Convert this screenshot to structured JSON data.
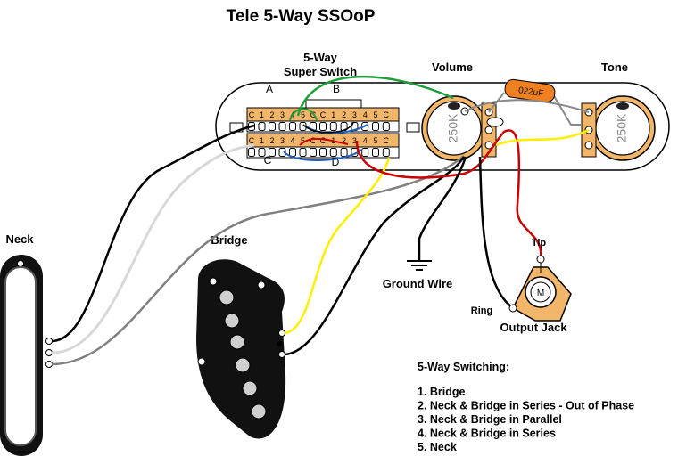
{
  "title": "Tele 5-Way SSOoP",
  "switch_label": [
    "5-Way",
    "Super Switch"
  ],
  "deck_letters": {
    "a": "A",
    "b": "B",
    "c": "C",
    "d": "D"
  },
  "lug_row_labels": [
    "C",
    "1",
    "2",
    "3",
    "4",
    "5",
    "C"
  ],
  "pots": {
    "volume": {
      "label": "Volume",
      "value": "250K"
    },
    "tone": {
      "label": "Tone",
      "value": "250K"
    }
  },
  "capacitor": ".022uF",
  "pickups": {
    "neck": "Neck",
    "bridge": "Bridge"
  },
  "ground_label": "Ground Wire",
  "jack": {
    "label": "Output Jack",
    "tip": "Tip",
    "ring": "Ring",
    "symbol": "M"
  },
  "switching": {
    "title": "5-Way Switching:",
    "items": [
      "1. Bridge",
      "2. Neck & Bridge in Series - Out of Phase",
      "3. Neck & Bridge in Parallel",
      "4. Neck & Bridge in Series",
      "5. Neck"
    ]
  },
  "colors": {
    "switch_body": "#f2b66a",
    "pot_body": "#f2b66a",
    "capacitor": "#f07f1f",
    "wire_black": "#000000",
    "wire_white": "#d8d8d8",
    "wire_gray": "#808080",
    "wire_yellow": "#ffee00",
    "wire_red": "#cc0000",
    "wire_green": "#1e9e3a",
    "wire_blue": "#1f5fbf"
  }
}
